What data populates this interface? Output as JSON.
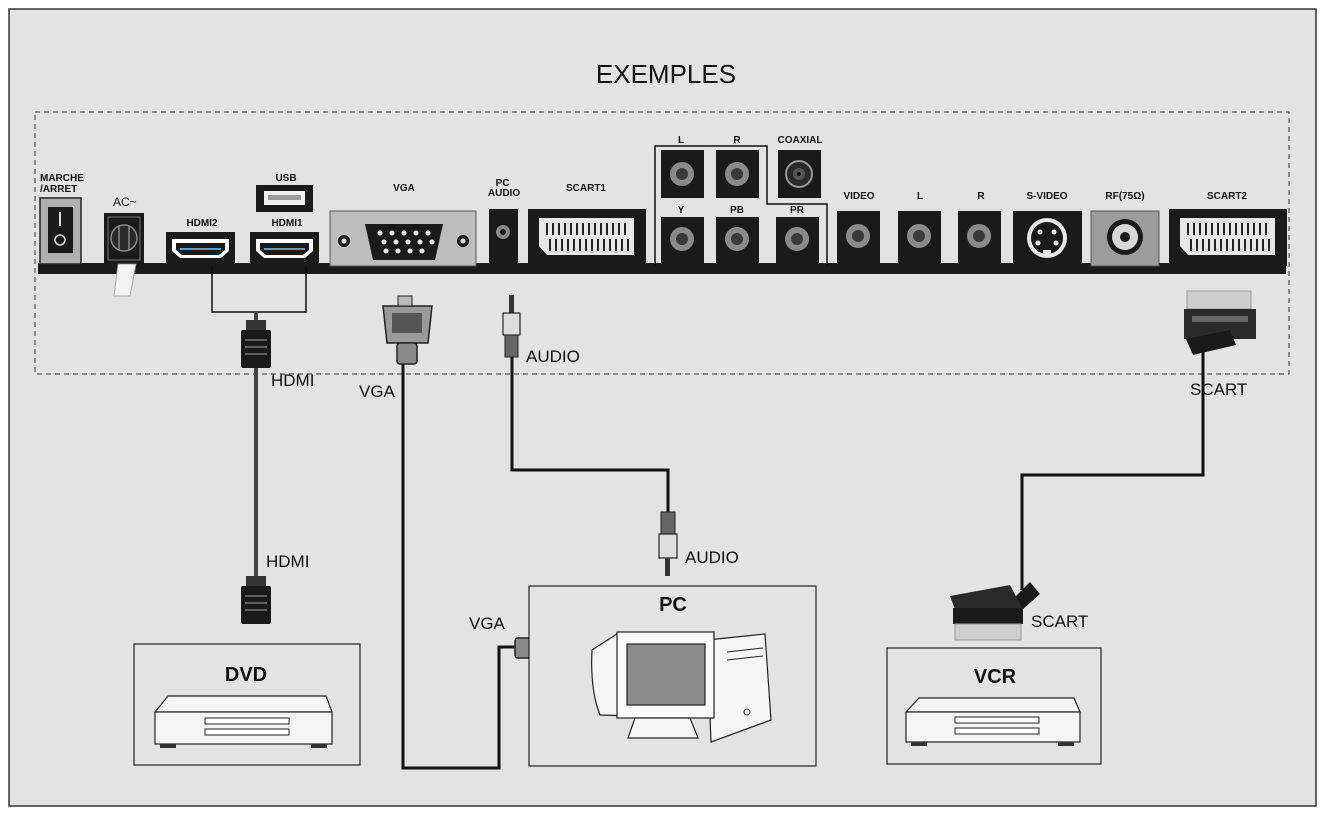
{
  "title": "EXEMPLES",
  "ports": {
    "power": "MARCHE\n/ARRET",
    "ac": "AC~",
    "usb": "USB",
    "hdmi2": "HDMI2",
    "hdmi1": "HDMI1",
    "vga": "VGA",
    "pc_audio": "PC\nAUDIO",
    "scart1": "SCART1",
    "comp_l": "L",
    "comp_r": "R",
    "coaxial": "COAXIAL",
    "y": "Y",
    "pb": "PB",
    "pr": "PR",
    "video": "VIDEO",
    "av_l": "L",
    "av_r": "R",
    "svideo": "S-VIDEO",
    "rf": "RF(75Ω)",
    "scart2": "SCART2"
  },
  "cables": {
    "hdmi_top": "HDMI",
    "hdmi_bottom": "HDMI",
    "vga_top": "VGA",
    "vga_bottom": "VGA",
    "audio_top": "AUDIO",
    "audio_bottom": "AUDIO",
    "scart_top": "SCART",
    "scart_bottom": "SCART"
  },
  "devices": {
    "dvd": "DVD",
    "pc": "PC",
    "vcr": "VCR"
  },
  "colors": {
    "background": "#e3e3e3",
    "panel": "#1a1a1a",
    "port_fill": "#2a2a2a",
    "socket_metal": "#8a8a8a"
  }
}
